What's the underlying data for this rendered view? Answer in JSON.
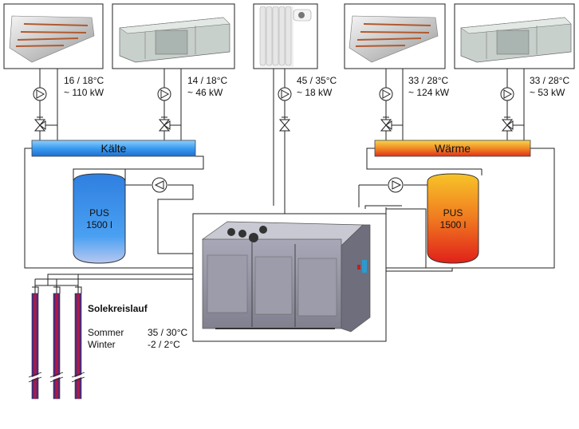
{
  "consumers": [
    {
      "temp": "16 / 18°C",
      "power": "~ 110 kW"
    },
    {
      "temp": "14 / 18°C",
      "power": "~ 46 kW"
    },
    {
      "temp": "45 / 35°C",
      "power": "~ 18 kW"
    },
    {
      "temp": "33 / 28°C",
      "power": "~ 124 kW"
    },
    {
      "temp": "33 / 28°C",
      "power": "~ 53 kW"
    }
  ],
  "distributors": {
    "cold": "Kälte",
    "warm": "Wärme"
  },
  "tanks": {
    "cold": {
      "name": "PUS",
      "volume": "1500 l"
    },
    "warm": {
      "name": "PUS",
      "volume": "1500 l"
    }
  },
  "brine": {
    "title": "Solekreislauf",
    "rows": [
      {
        "season": "Sommer",
        "temps": "35 / 30°C"
      },
      {
        "season": "Winter",
        "temps": "-2 / 2°C"
      }
    ]
  },
  "colors": {
    "cold_bar": "#3aa0f0",
    "warm_bar_top": "#f8d020",
    "warm_bar_bottom": "#e8301a",
    "cold_tank": "#3b8fe6",
    "warm_tank": "#f07020",
    "probe_blue": "#1a2a90",
    "probe_red": "#c01830"
  }
}
